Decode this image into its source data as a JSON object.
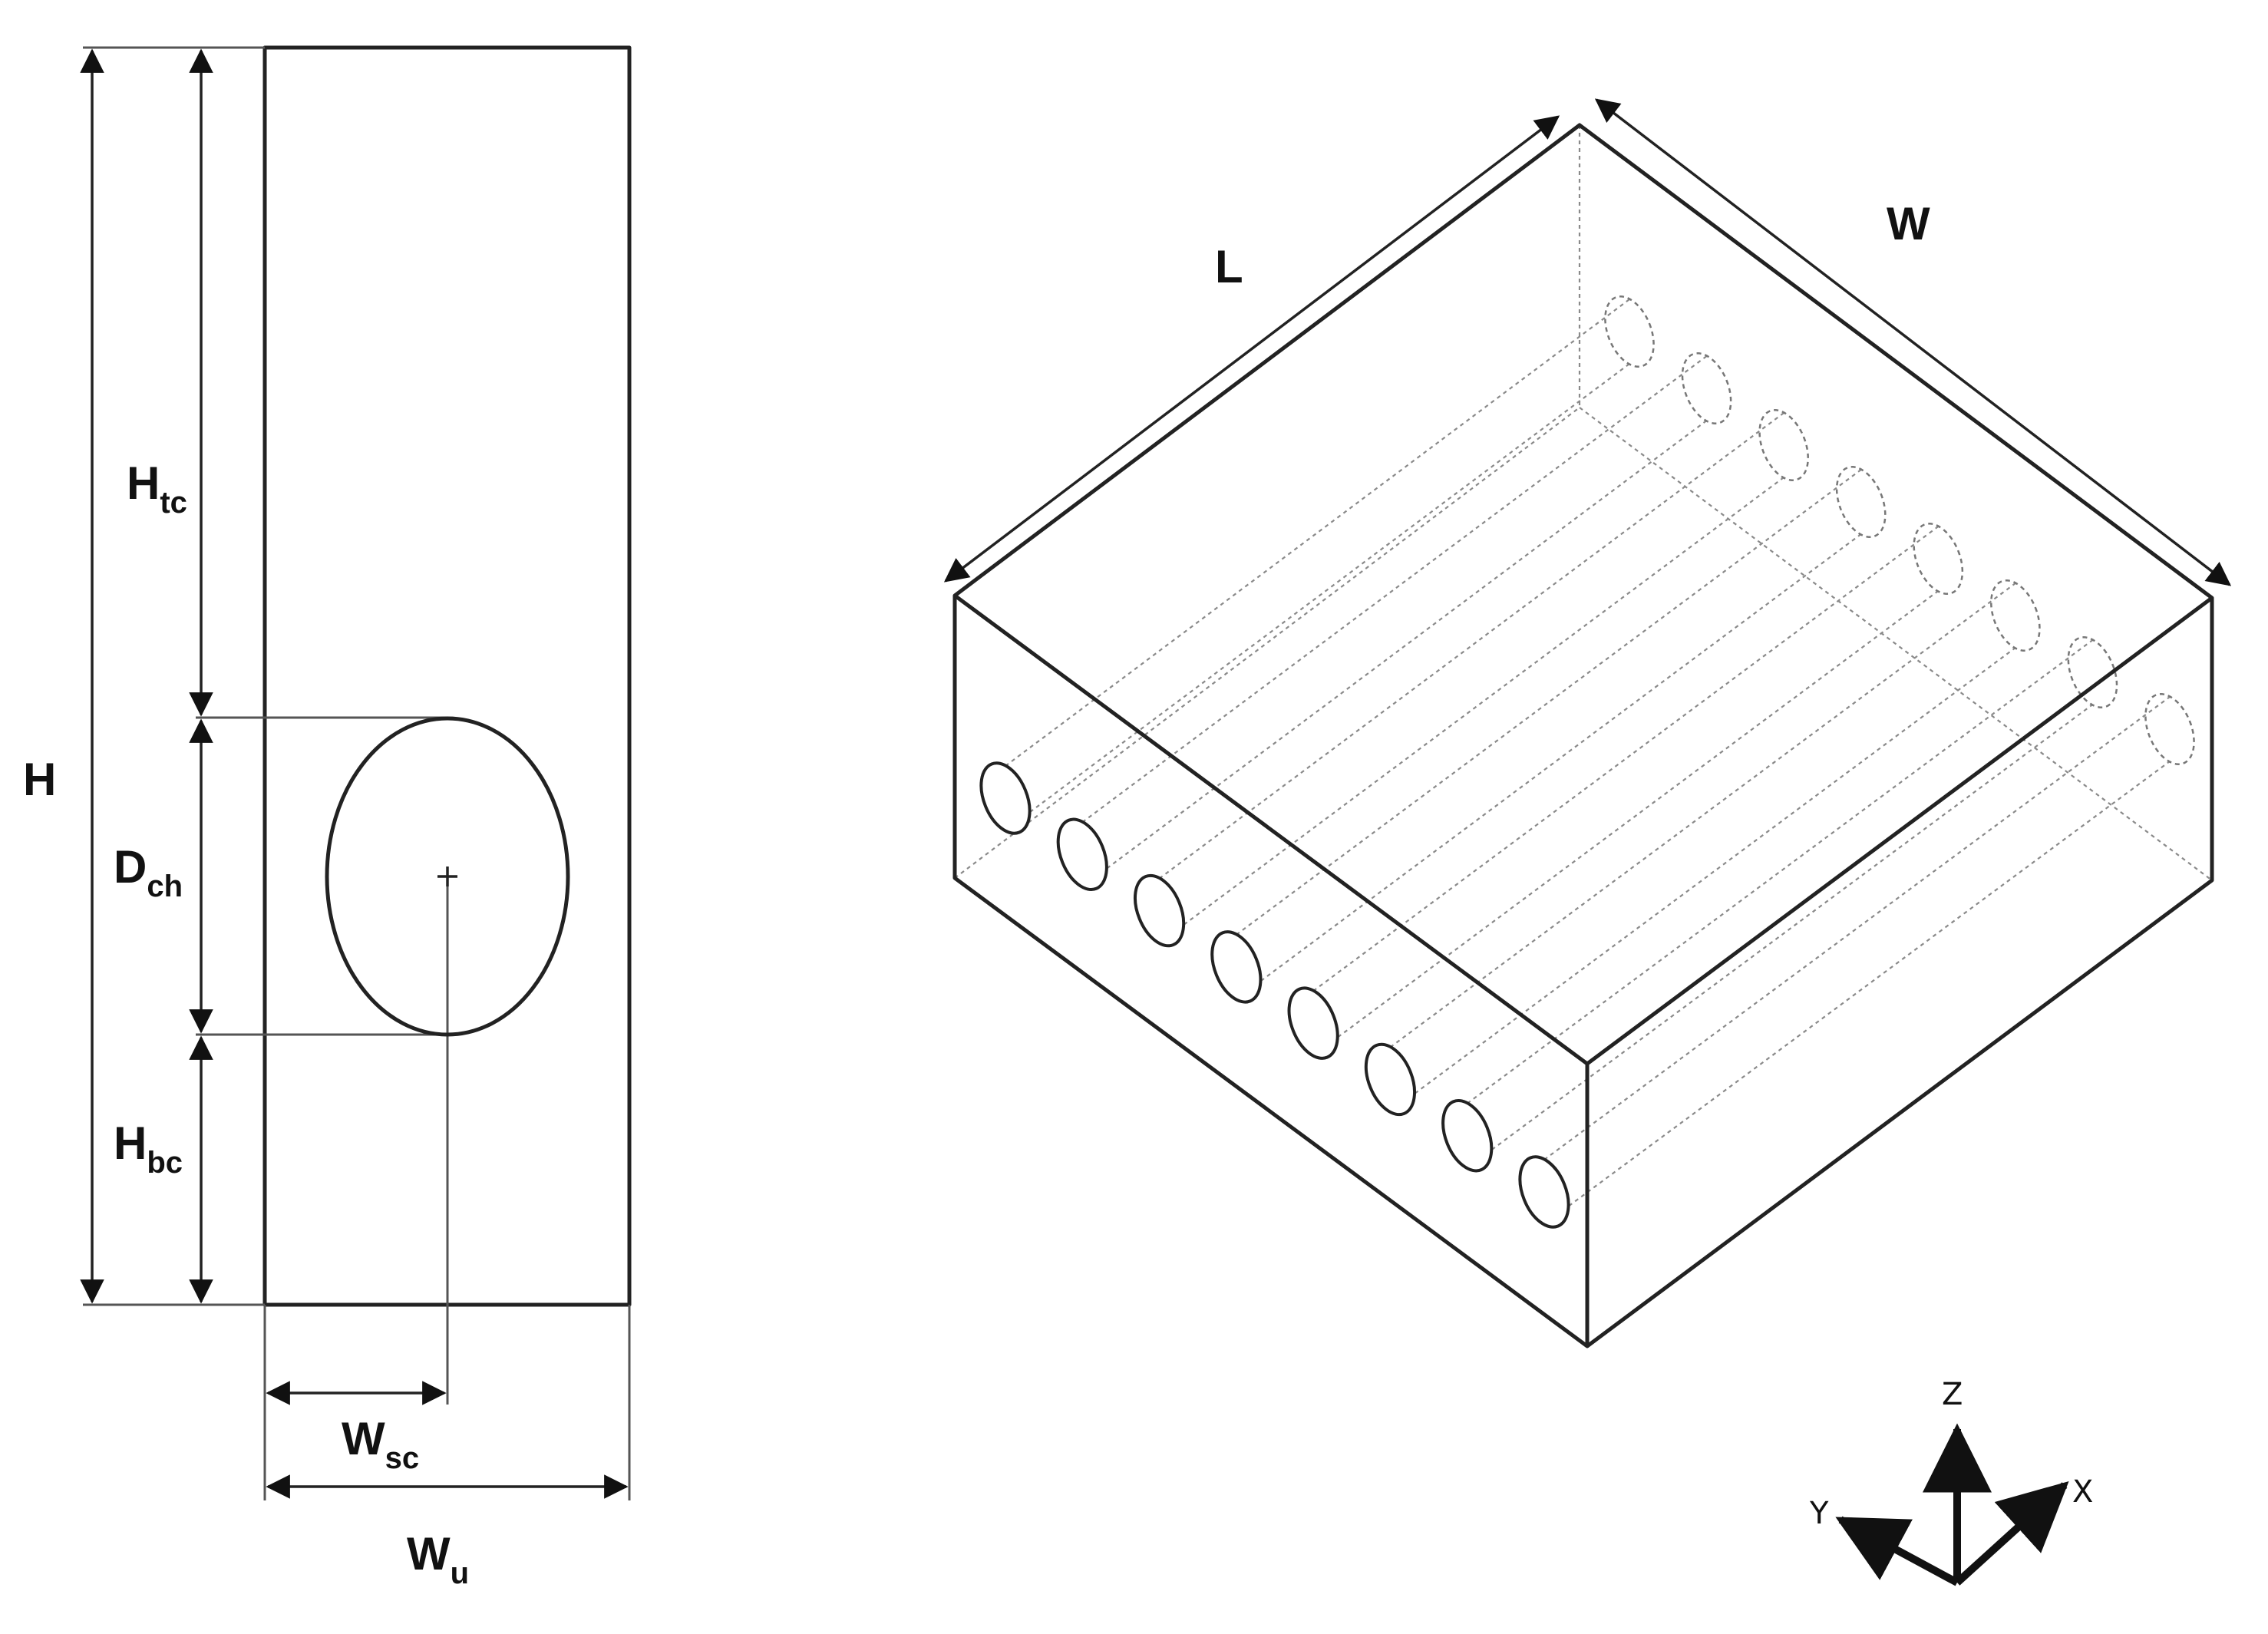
{
  "cross_section": {
    "labels": {
      "H": "H",
      "H_main": "H",
      "H_tc_sub": "tc",
      "D_main": "D",
      "D_ch_sub": "ch",
      "H_bc_sub": "bc",
      "W_main": "W",
      "W_sc_sub": "sc",
      "W_u_sub": "u"
    }
  },
  "isometric_view": {
    "labels": {
      "L": "L",
      "W": "W"
    },
    "channel_count": 8
  },
  "axes_triad": {
    "z": "Z",
    "y": "Y",
    "x": "X"
  },
  "colors": {
    "line": "#222222",
    "hidden": "#8a8a8a",
    "background": "#ffffff"
  }
}
